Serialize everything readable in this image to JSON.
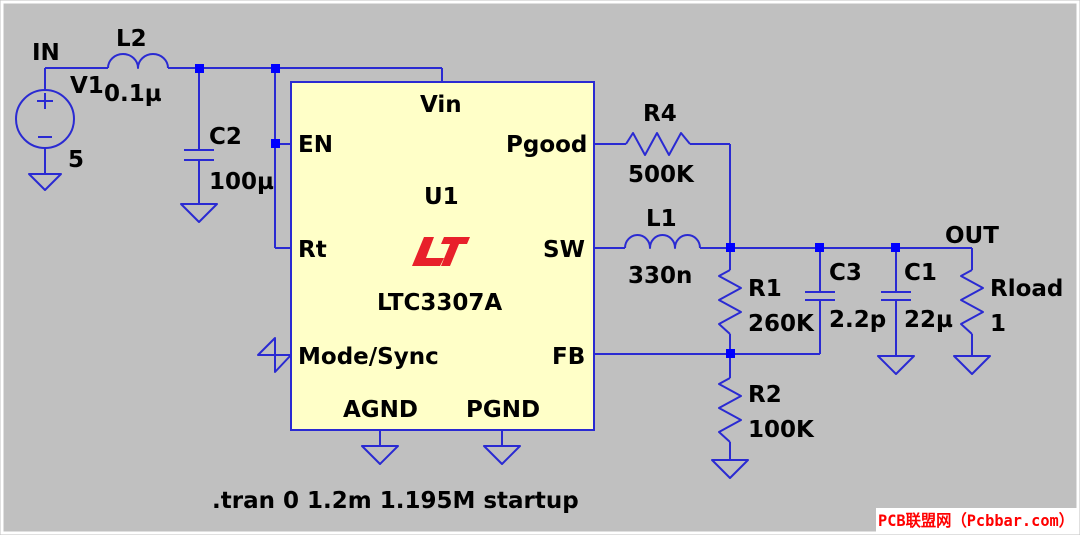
{
  "colors": {
    "background": "#c0c0c0",
    "wire": "#2a2ad2",
    "junction": "#0000ff",
    "ic_fill": "#ffffc8",
    "text": "#000000",
    "logo": "#e8202a",
    "watermark": "#ff0000",
    "frame": "#ffffff"
  },
  "labels": {
    "in_net": "IN",
    "out_net": "OUT",
    "v1_name": "V1",
    "v1_value": "5",
    "l2_name": "L2",
    "l2_value": "0.1µ",
    "c2_name": "C2",
    "c2_value": "100µ",
    "r4_name": "R4",
    "r4_value": "500K",
    "l1_name": "L1",
    "l1_value": "330n",
    "r1_name": "R1",
    "r1_value": "260K",
    "c3_name": "C3",
    "c3_value": "2.2p",
    "c1_name": "C1",
    "c1_value": "22µ",
    "rload_name": "Rload",
    "rload_value": "1",
    "r2_name": "R2",
    "r2_value": "100K"
  },
  "ic": {
    "ref": "U1",
    "part": "LTC3307A",
    "logo_icon": "lt-logo-icon",
    "pins": {
      "vin": "Vin",
      "en": "EN",
      "rt": "Rt",
      "mode": "Mode/Sync",
      "agnd": "AGND",
      "pgnd": "PGND",
      "pgood": "Pgood",
      "sw": "SW",
      "fb": "FB"
    }
  },
  "directive": ".tran 0 1.2m 1.195M startup",
  "watermark": "PCB联盟网（Pcbbar.com）"
}
